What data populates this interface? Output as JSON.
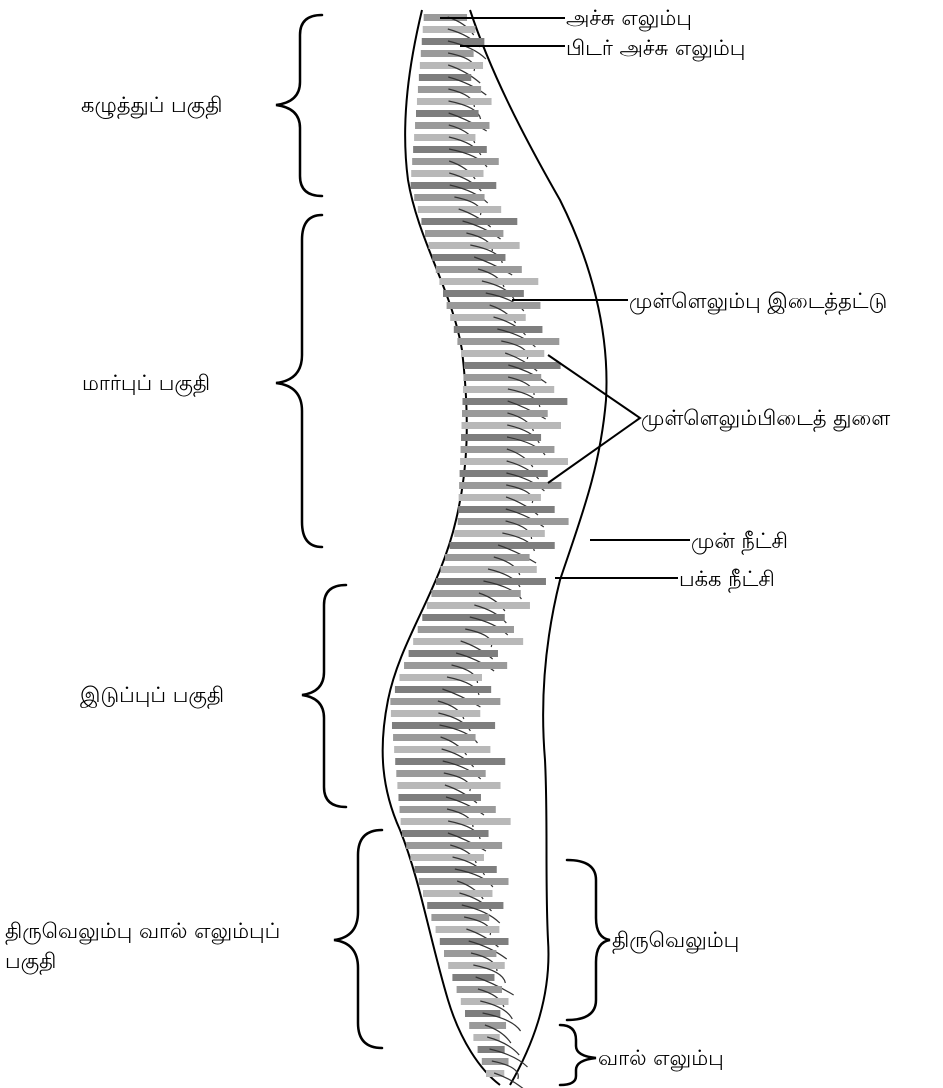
{
  "regions": {
    "cervical": "கழுத்துப் பகுதி",
    "thoracic": "மார்புப் பகுதி",
    "lumbar": "இடுப்புப் பகுதி",
    "sacral_coccygeal_line1": "திருவெலும்பு வால் எலும்புப்",
    "sacral_coccygeal_line2": "பகுதி"
  },
  "parts": {
    "atlas": "அச்சு எலும்பு",
    "axis": "பிடர் அச்சு எலும்பு",
    "intervertebral_disc": "முள்ளெலும்பு இடைத்தட்டு",
    "intervertebral_foramen": "முள்ளெலும்பிடைத் துளை",
    "spinous_process": "முன் நீட்சி",
    "transverse_process": "பக்க நீட்சி",
    "sacrum": "திருவெலும்பு",
    "coccyx": "வால் எலும்பு"
  }
}
